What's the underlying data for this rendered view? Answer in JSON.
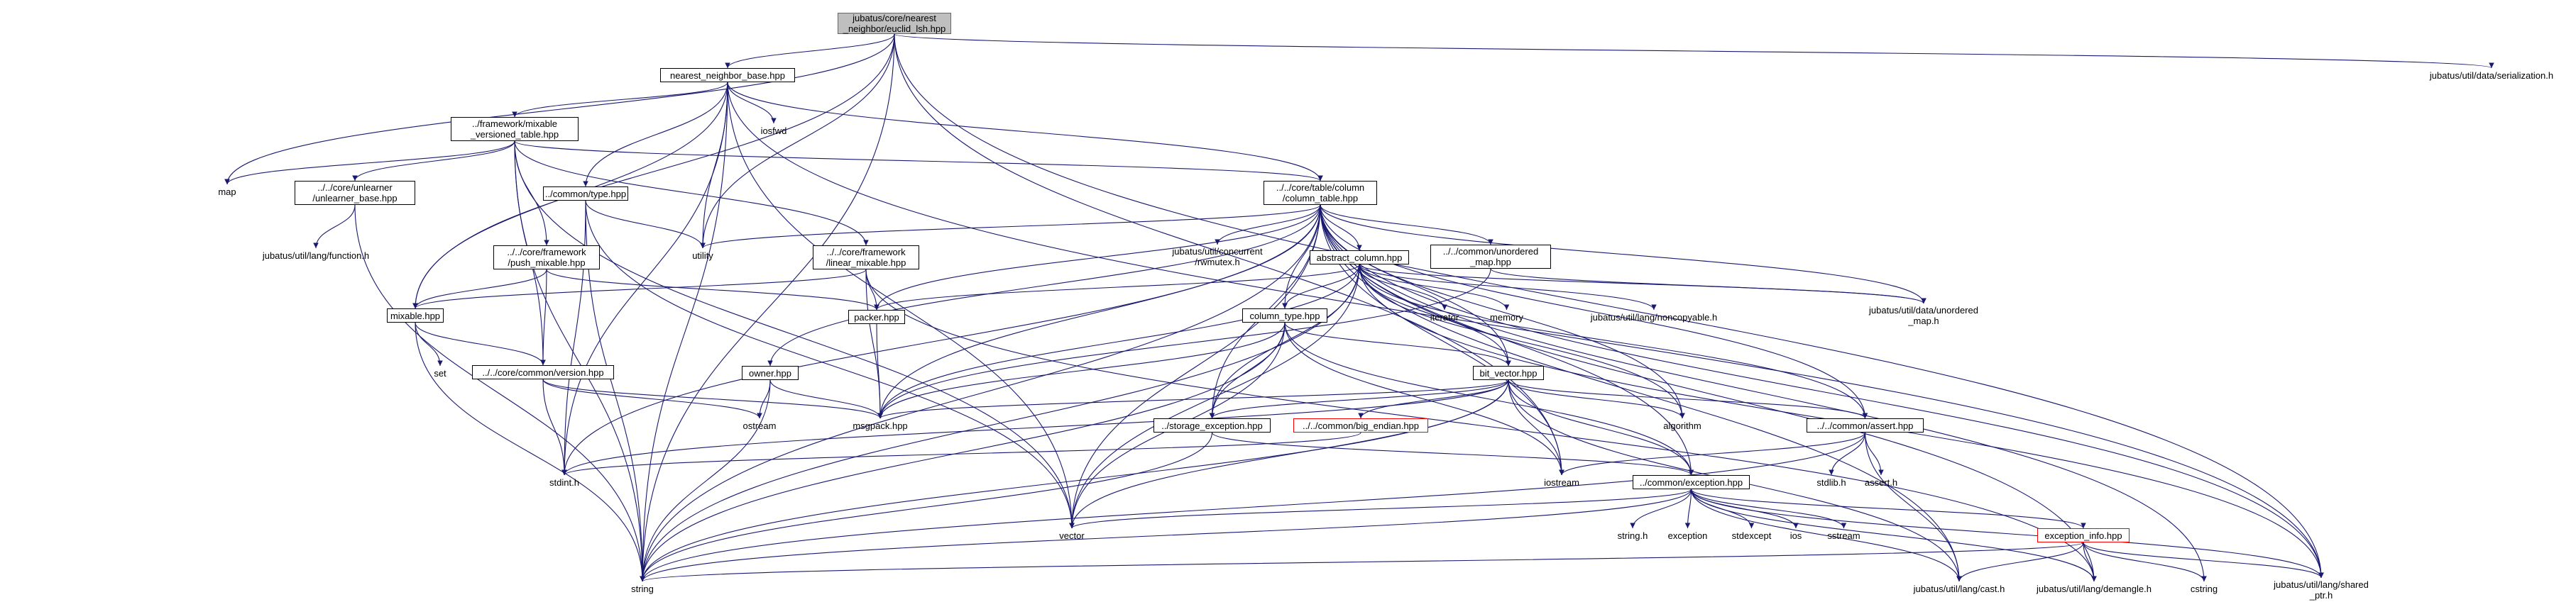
{
  "nodes": [
    {
      "id": "root",
      "label": "jubatus/core/nearest\n_neighbor/euclid_lsh.hpp",
      "style": "root"
    },
    {
      "id": "nnbase",
      "label": "nearest_neighbor_base.hpp",
      "style": "boxed"
    },
    {
      "id": "serialization",
      "label": "jubatus/util/data/serialization.h",
      "style": "plain"
    },
    {
      "id": "mixable_vt",
      "label": "../framework/mixable\n_versioned_table.hpp",
      "style": "boxed"
    },
    {
      "id": "iosfwd",
      "label": "iosfwd",
      "style": "plain"
    },
    {
      "id": "map",
      "label": "map",
      "style": "plain"
    },
    {
      "id": "unlearner",
      "label": "../../core/unlearner\n/unlearner_base.hpp",
      "style": "boxed"
    },
    {
      "id": "utilfunc",
      "label": "jubatus/util/lang/function.h",
      "style": "plain"
    },
    {
      "id": "commontype",
      "label": "../common/type.hpp",
      "style": "boxed"
    },
    {
      "id": "utility",
      "label": "utility",
      "style": "plain"
    },
    {
      "id": "pushmix",
      "label": "../../core/framework\n/push_mixable.hpp",
      "style": "boxed"
    },
    {
      "id": "linmix",
      "label": "../../core/framework\n/linear_mixable.hpp",
      "style": "boxed"
    },
    {
      "id": "coltable",
      "label": "../../core/table/column\n/column_table.hpp",
      "style": "boxed"
    },
    {
      "id": "rwmutex",
      "label": "jubatus/util/concurrent\n/rwmutex.h",
      "style": "plain"
    },
    {
      "id": "abscol",
      "label": "abstract_column.hpp",
      "style": "boxed"
    },
    {
      "id": "unordmap",
      "label": "../../common/unordered\n_map.hpp",
      "style": "boxed"
    },
    {
      "id": "mixable",
      "label": "mixable.hpp",
      "style": "boxed"
    },
    {
      "id": "set",
      "label": "set",
      "style": "plain"
    },
    {
      "id": "version",
      "label": "../../core/common/version.hpp",
      "style": "boxed"
    },
    {
      "id": "packer",
      "label": "packer.hpp",
      "style": "boxed"
    },
    {
      "id": "iterator",
      "label": "iterator",
      "style": "plain"
    },
    {
      "id": "memory",
      "label": "memory",
      "style": "plain"
    },
    {
      "id": "noncopy",
      "label": "jubatus/util/lang/noncopyable.h",
      "style": "plain"
    },
    {
      "id": "utilunord",
      "label": "jubatus/util/data/unordered\n_map.h",
      "style": "plain"
    },
    {
      "id": "coltype",
      "label": "column_type.hpp",
      "style": "boxed"
    },
    {
      "id": "owner",
      "label": "owner.hpp",
      "style": "boxed"
    },
    {
      "id": "bitvector",
      "label": "bit_vector.hpp",
      "style": "boxed"
    },
    {
      "id": "ostream",
      "label": "ostream",
      "style": "plain"
    },
    {
      "id": "msgpack",
      "label": "msgpack.hpp",
      "style": "plain"
    },
    {
      "id": "storageexc",
      "label": "../storage_exception.hpp",
      "style": "boxed"
    },
    {
      "id": "bigendian",
      "label": "../../common/big_endian.hpp",
      "style": "red"
    },
    {
      "id": "algorithm",
      "label": "algorithm",
      "style": "plain"
    },
    {
      "id": "assert",
      "label": "../../common/assert.hpp",
      "style": "boxed"
    },
    {
      "id": "stdint",
      "label": "stdint.h",
      "style": "plain"
    },
    {
      "id": "iostream",
      "label": "iostream",
      "style": "plain"
    },
    {
      "id": "exception_hpp",
      "label": "../common/exception.hpp",
      "style": "boxed"
    },
    {
      "id": "stdlib",
      "label": "stdlib.h",
      "style": "plain"
    },
    {
      "id": "asserth",
      "label": "assert.h",
      "style": "plain"
    },
    {
      "id": "vector",
      "label": "vector",
      "style": "plain"
    },
    {
      "id": "stringh",
      "label": "string.h",
      "style": "plain"
    },
    {
      "id": "exception",
      "label": "exception",
      "style": "plain"
    },
    {
      "id": "stdexcept",
      "label": "stdexcept",
      "style": "plain"
    },
    {
      "id": "ios",
      "label": "ios",
      "style": "plain"
    },
    {
      "id": "sstream",
      "label": "sstream",
      "style": "plain"
    },
    {
      "id": "excinfo",
      "label": "exception_info.hpp",
      "style": "red"
    },
    {
      "id": "string",
      "label": "string",
      "style": "plain"
    },
    {
      "id": "cast",
      "label": "jubatus/util/lang/cast.h",
      "style": "plain"
    },
    {
      "id": "demangle",
      "label": "jubatus/util/lang/demangle.h",
      "style": "plain"
    },
    {
      "id": "cstring",
      "label": "cstring",
      "style": "plain"
    },
    {
      "id": "sharedptr",
      "label": "jubatus/util/lang/shared\n_ptr.h",
      "style": "plain"
    }
  ],
  "edges": [
    [
      "root",
      "nnbase"
    ],
    [
      "root",
      "serialization"
    ],
    [
      "root",
      "map"
    ],
    [
      "root",
      "utility"
    ],
    [
      "root",
      "string"
    ],
    [
      "root",
      "sharedptr"
    ],
    [
      "root",
      "iostream"
    ],
    [
      "root",
      "mixable"
    ],
    [
      "nnbase",
      "mixable_vt"
    ],
    [
      "nnbase",
      "iosfwd"
    ],
    [
      "nnbase",
      "commontype"
    ],
    [
      "nnbase",
      "coltable"
    ],
    [
      "nnbase",
      "utility"
    ],
    [
      "nnbase",
      "mixable"
    ],
    [
      "nnbase",
      "stdint"
    ],
    [
      "nnbase",
      "vector"
    ],
    [
      "nnbase",
      "string"
    ],
    [
      "nnbase",
      "sharedptr"
    ],
    [
      "mixable_vt",
      "map"
    ],
    [
      "mixable_vt",
      "unlearner"
    ],
    [
      "mixable_vt",
      "pushmix"
    ],
    [
      "mixable_vt",
      "linmix"
    ],
    [
      "mixable_vt",
      "coltable"
    ],
    [
      "mixable_vt",
      "version"
    ],
    [
      "mixable_vt",
      "vector"
    ],
    [
      "mixable_vt",
      "string"
    ],
    [
      "unlearner",
      "utilfunc"
    ],
    [
      "unlearner",
      "string"
    ],
    [
      "commontype",
      "utility"
    ],
    [
      "commontype",
      "string"
    ],
    [
      "commontype",
      "vector"
    ],
    [
      "commontype",
      "stdint"
    ],
    [
      "pushmix",
      "mixable"
    ],
    [
      "pushmix",
      "packer"
    ],
    [
      "pushmix",
      "version"
    ],
    [
      "linmix",
      "mixable"
    ],
    [
      "linmix",
      "packer"
    ],
    [
      "linmix",
      "msgpack"
    ],
    [
      "linmix",
      "demangle"
    ],
    [
      "coltable",
      "utility"
    ],
    [
      "coltable",
      "rwmutex"
    ],
    [
      "coltable",
      "abscol"
    ],
    [
      "coltable",
      "unordmap"
    ],
    [
      "coltable",
      "coltype"
    ],
    [
      "coltable",
      "owner"
    ],
    [
      "coltable",
      "bitvector"
    ],
    [
      "coltable",
      "packer"
    ],
    [
      "coltable",
      "msgpack"
    ],
    [
      "coltable",
      "storageexc"
    ],
    [
      "coltable",
      "stdint"
    ],
    [
      "coltable",
      "vector"
    ],
    [
      "coltable",
      "string"
    ],
    [
      "coltable",
      "algorithm"
    ],
    [
      "coltable",
      "iostream"
    ],
    [
      "coltable",
      "assert"
    ],
    [
      "coltable",
      "exception_hpp"
    ],
    [
      "coltable",
      "cast"
    ],
    [
      "coltable",
      "demangle"
    ],
    [
      "coltable",
      "cstring"
    ],
    [
      "coltable",
      "sharedptr"
    ],
    [
      "coltable",
      "utilunord"
    ],
    [
      "abscol",
      "iterator"
    ],
    [
      "abscol",
      "memory"
    ],
    [
      "abscol",
      "noncopy"
    ],
    [
      "abscol",
      "utilunord"
    ],
    [
      "abscol",
      "coltype"
    ],
    [
      "abscol",
      "bitvector"
    ],
    [
      "abscol",
      "packer"
    ],
    [
      "abscol",
      "msgpack"
    ],
    [
      "abscol",
      "storageexc"
    ],
    [
      "abscol",
      "assert"
    ],
    [
      "abscol",
      "vector"
    ],
    [
      "abscol",
      "string"
    ],
    [
      "abscol",
      "algorithm"
    ],
    [
      "abscol",
      "sharedptr"
    ],
    [
      "unordmap",
      "utilunord"
    ],
    [
      "unordmap",
      "msgpack"
    ],
    [
      "mixable",
      "set"
    ],
    [
      "mixable",
      "version"
    ],
    [
      "mixable",
      "string"
    ],
    [
      "version",
      "ostream"
    ],
    [
      "version",
      "msgpack"
    ],
    [
      "version",
      "stdint"
    ],
    [
      "packer",
      "msgpack"
    ],
    [
      "coltype",
      "bitvector"
    ],
    [
      "coltype",
      "storageexc"
    ],
    [
      "coltype",
      "msgpack"
    ],
    [
      "coltype",
      "vector"
    ],
    [
      "coltype",
      "string"
    ],
    [
      "coltype",
      "iostream"
    ],
    [
      "coltype",
      "exception_hpp"
    ],
    [
      "owner",
      "ostream"
    ],
    [
      "owner",
      "msgpack"
    ],
    [
      "owner",
      "string"
    ],
    [
      "bitvector",
      "msgpack"
    ],
    [
      "bitvector",
      "storageexc"
    ],
    [
      "bitvector",
      "bigendian"
    ],
    [
      "bitvector",
      "algorithm"
    ],
    [
      "bitvector",
      "assert"
    ],
    [
      "bitvector",
      "stdint"
    ],
    [
      "bitvector",
      "iostream"
    ],
    [
      "bitvector",
      "exception_hpp"
    ],
    [
      "bitvector",
      "vector"
    ],
    [
      "bitvector",
      "string"
    ],
    [
      "bitvector",
      "cast"
    ],
    [
      "storageexc",
      "exception_hpp"
    ],
    [
      "storageexc",
      "string"
    ],
    [
      "bigendian",
      "stdint"
    ],
    [
      "assert",
      "iostream"
    ],
    [
      "assert",
      "stdlib"
    ],
    [
      "assert",
      "asserth"
    ],
    [
      "assert",
      "cast"
    ],
    [
      "assert",
      "string"
    ],
    [
      "exception_hpp",
      "vector"
    ],
    [
      "exception_hpp",
      "stringh"
    ],
    [
      "exception_hpp",
      "exception"
    ],
    [
      "exception_hpp",
      "stdexcept"
    ],
    [
      "exception_hpp",
      "ios"
    ],
    [
      "exception_hpp",
      "sstream"
    ],
    [
      "exception_hpp",
      "excinfo"
    ],
    [
      "exception_hpp",
      "string"
    ],
    [
      "exception_hpp",
      "demangle"
    ],
    [
      "exception_hpp",
      "cast"
    ],
    [
      "exception_hpp",
      "sharedptr"
    ],
    [
      "excinfo",
      "string"
    ],
    [
      "excinfo",
      "cast"
    ],
    [
      "excinfo",
      "demangle"
    ],
    [
      "excinfo",
      "cstring"
    ],
    [
      "excinfo",
      "sharedptr"
    ]
  ],
  "colors": {
    "edge": "#191970",
    "node_border": "#000000",
    "root_fill": "#bfbfbf",
    "warning_border": "#ff0000"
  }
}
